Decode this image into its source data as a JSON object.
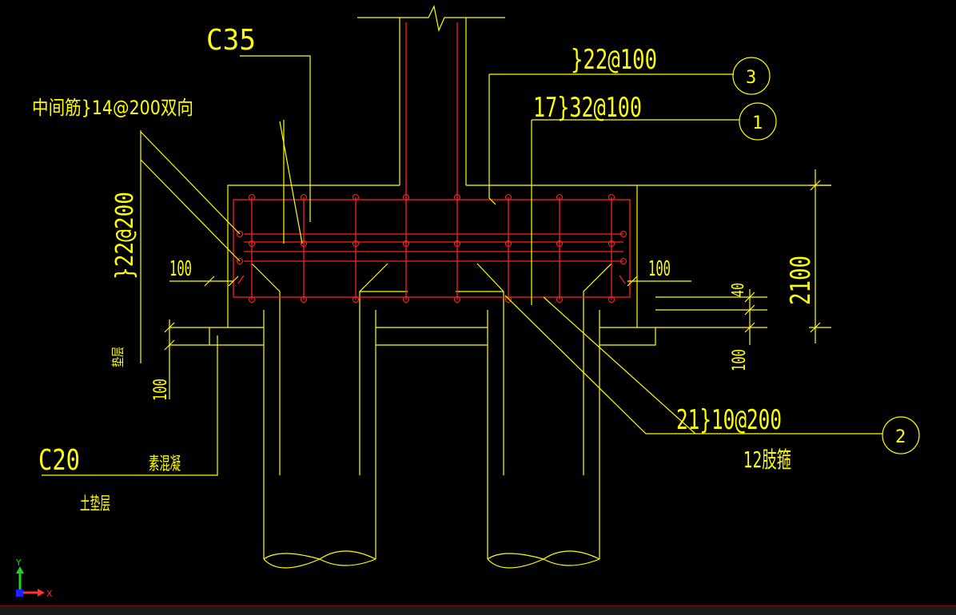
{
  "drawing": {
    "colors": {
      "background": "#000000",
      "outline": "#ffff00",
      "rebar": "#ff2020",
      "leader": "#ffff00",
      "bubble": "#ffff00"
    },
    "labels": {
      "c35": "C35",
      "top_bar": "}22@100",
      "bottom_bar": "17}32@100",
      "middle_bar": "中间筋}14@200双向",
      "side_bar": "}22@200",
      "stirrup_spec": "21}10@200",
      "stirrup_legs": "12肢箍",
      "c20": "C20",
      "plain_concrete": "素混凝",
      "soil_layer": "土垫层",
      "cushion": "垫层",
      "dim_left_100": "100",
      "dim_right_100": "100",
      "dim_40": "40",
      "dim_2100": "2100",
      "dim_bottom_100": "100",
      "dim_left_vertical_100": "100"
    },
    "callouts": {
      "one": "1",
      "two": "2",
      "three": "3"
    },
    "ucs": {
      "x_label": "X",
      "y_label": "Y"
    }
  }
}
